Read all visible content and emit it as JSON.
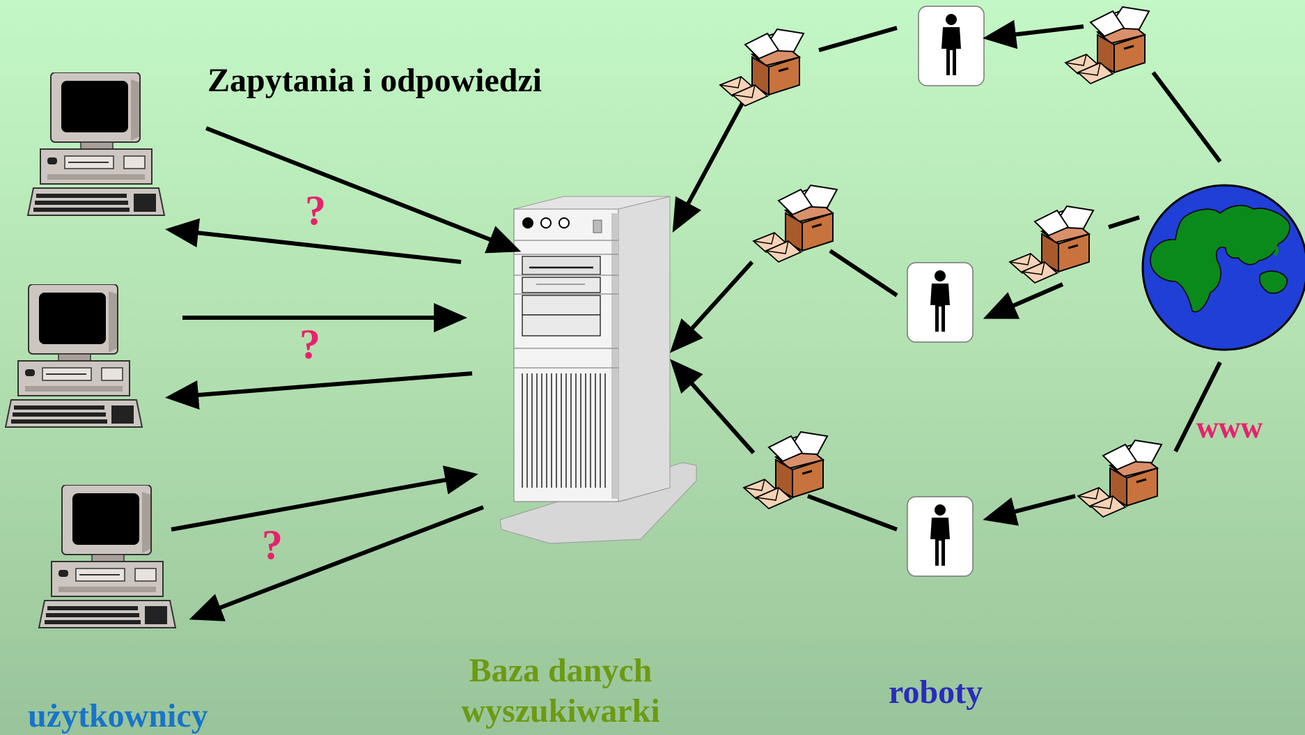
{
  "title": "Zapytania i odpowiedzi",
  "question_mark": "?",
  "labels": {
    "users": "użytkownicy",
    "database_line1": "Baza danych",
    "database_line2": "wyszukiwarki",
    "robots": "roboty",
    "www": "www"
  },
  "colors": {
    "background_top": "#c3f7c6",
    "background_bottom": "#99c49a",
    "title": "#000000",
    "question": "#e8216c",
    "users": "#1874c9",
    "database": "#6c9a12",
    "robots": "#2b2bbd",
    "www": "#e8216c",
    "arrow": "#000000",
    "globe_ocean": "#1f3fd6",
    "globe_land": "#0a8a1a",
    "box": "#c8733d"
  },
  "icons": {
    "computer": "computer-icon",
    "server": "server-tower-icon",
    "robot": "person-icon",
    "mailbox": "mail-box-icon",
    "globe": "globe-icon"
  }
}
